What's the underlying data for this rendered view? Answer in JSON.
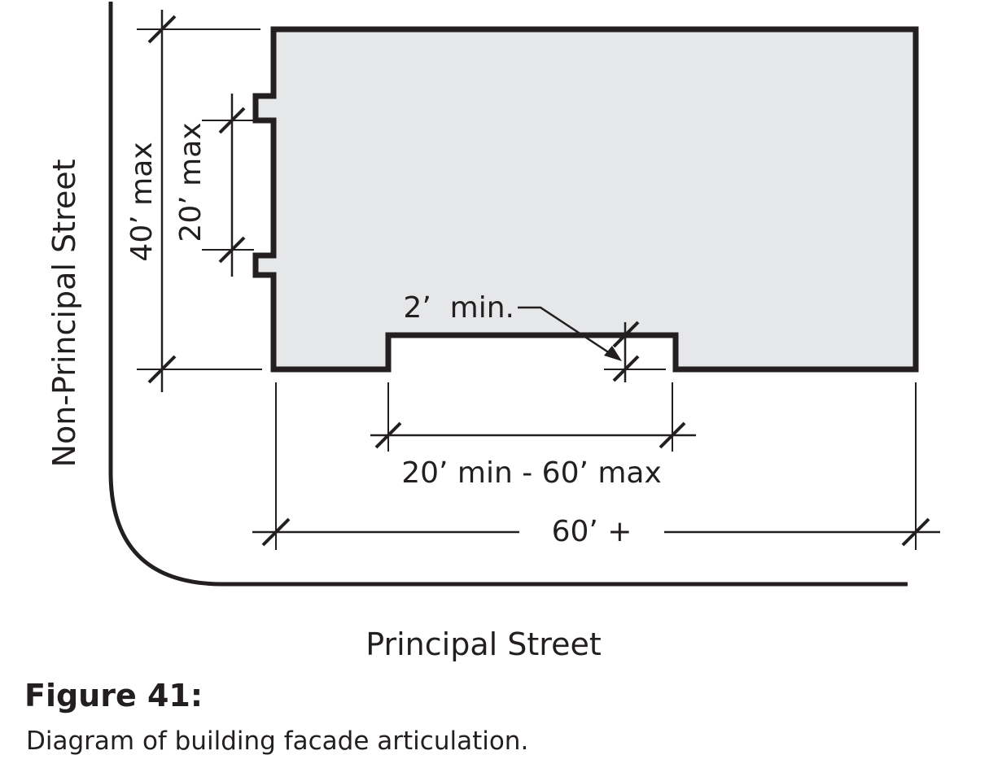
{
  "figure": {
    "title": "Figure 41:",
    "caption": "Diagram of building facade articulation."
  },
  "streets": {
    "principal": "Principal Street",
    "non_principal": "Non-Principal Street"
  },
  "dimensions": {
    "side_max": "40’ max",
    "side_recess_max": "20’ max",
    "front_recess_depth": "2’  min.",
    "front_recess_width": "20’ min - 60’ max",
    "frontage_width": "60’ +"
  },
  "colors": {
    "building_fill": "#e6e7e8",
    "line": "#231f20"
  }
}
